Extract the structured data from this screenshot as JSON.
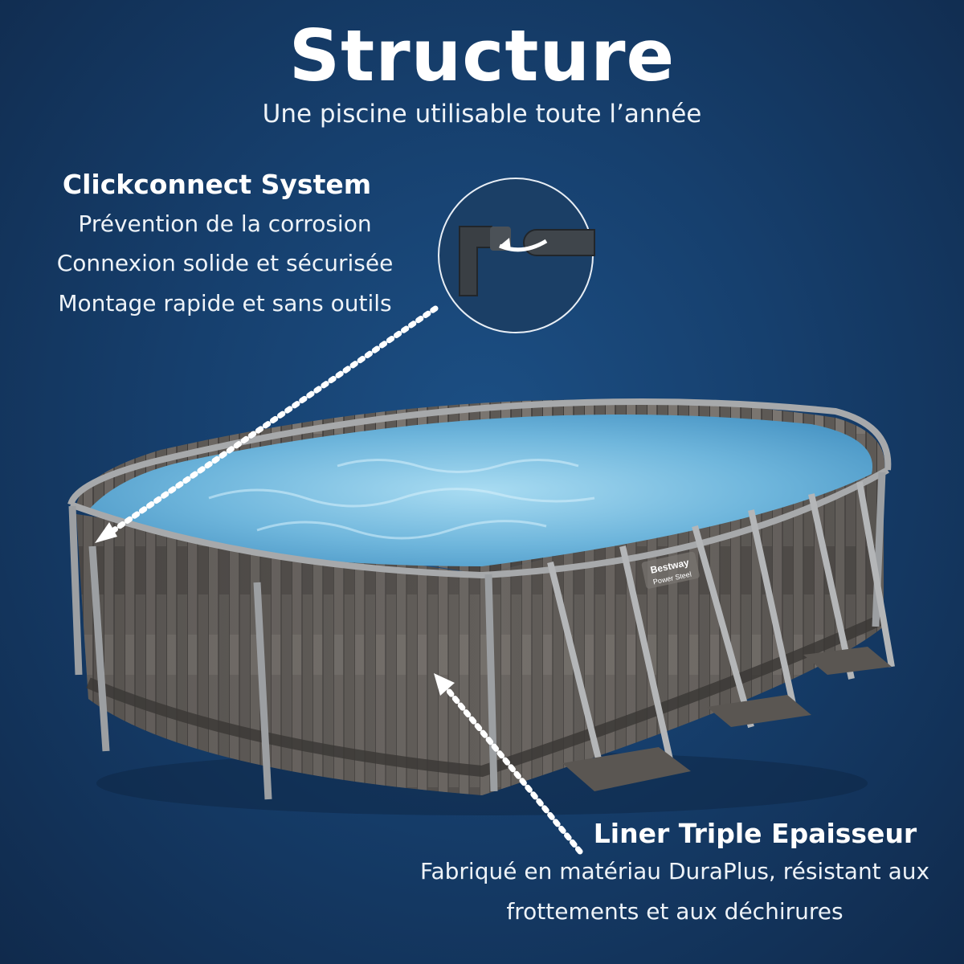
{
  "header": {
    "title": "Structure",
    "subtitle": "Une piscine utilisable toute l’année"
  },
  "features": [
    {
      "title": "Clickconnect System",
      "lines": [
        "Prévention de la corrosion",
        "Connexion solide et sécurisée",
        "Montage rapide et sans outils"
      ]
    },
    {
      "title": "Liner Triple Epaisseur",
      "lines": [
        "Fabriqué en matériau DuraPlus, résistant aux",
        "frottements et aux déchirures"
      ]
    }
  ],
  "product": {
    "brand": "Bestway",
    "model": "Power Steel"
  },
  "colors": {
    "background": "#163f6d",
    "text": "#ffffff",
    "water": "#6fb6dc",
    "wood": "#5d5955"
  },
  "icons": {
    "connector": "clickconnect-detail-icon",
    "arrows": "dotted-arrow-icon"
  }
}
